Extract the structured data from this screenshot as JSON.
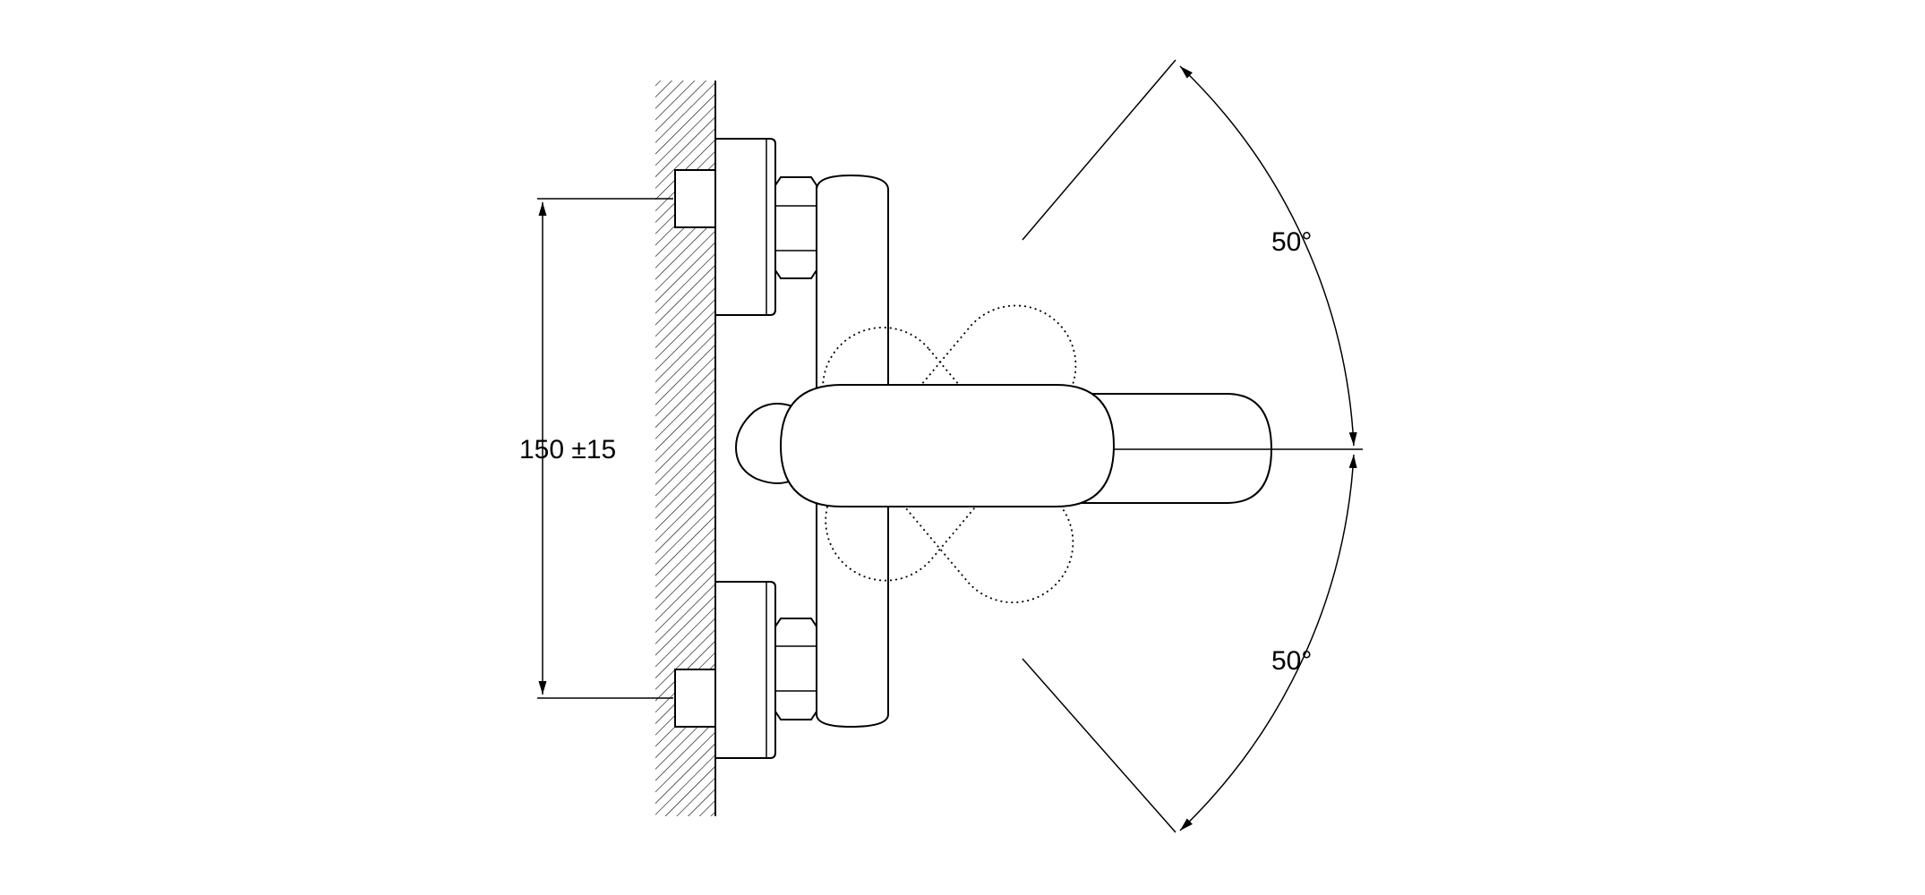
{
  "drawing": {
    "dimension_label": "150 ±15",
    "angle_upper_label": "50°",
    "angle_lower_label": "50°",
    "line_color": "#000000",
    "hatch_color": "#000000",
    "background": "#ffffff"
  }
}
